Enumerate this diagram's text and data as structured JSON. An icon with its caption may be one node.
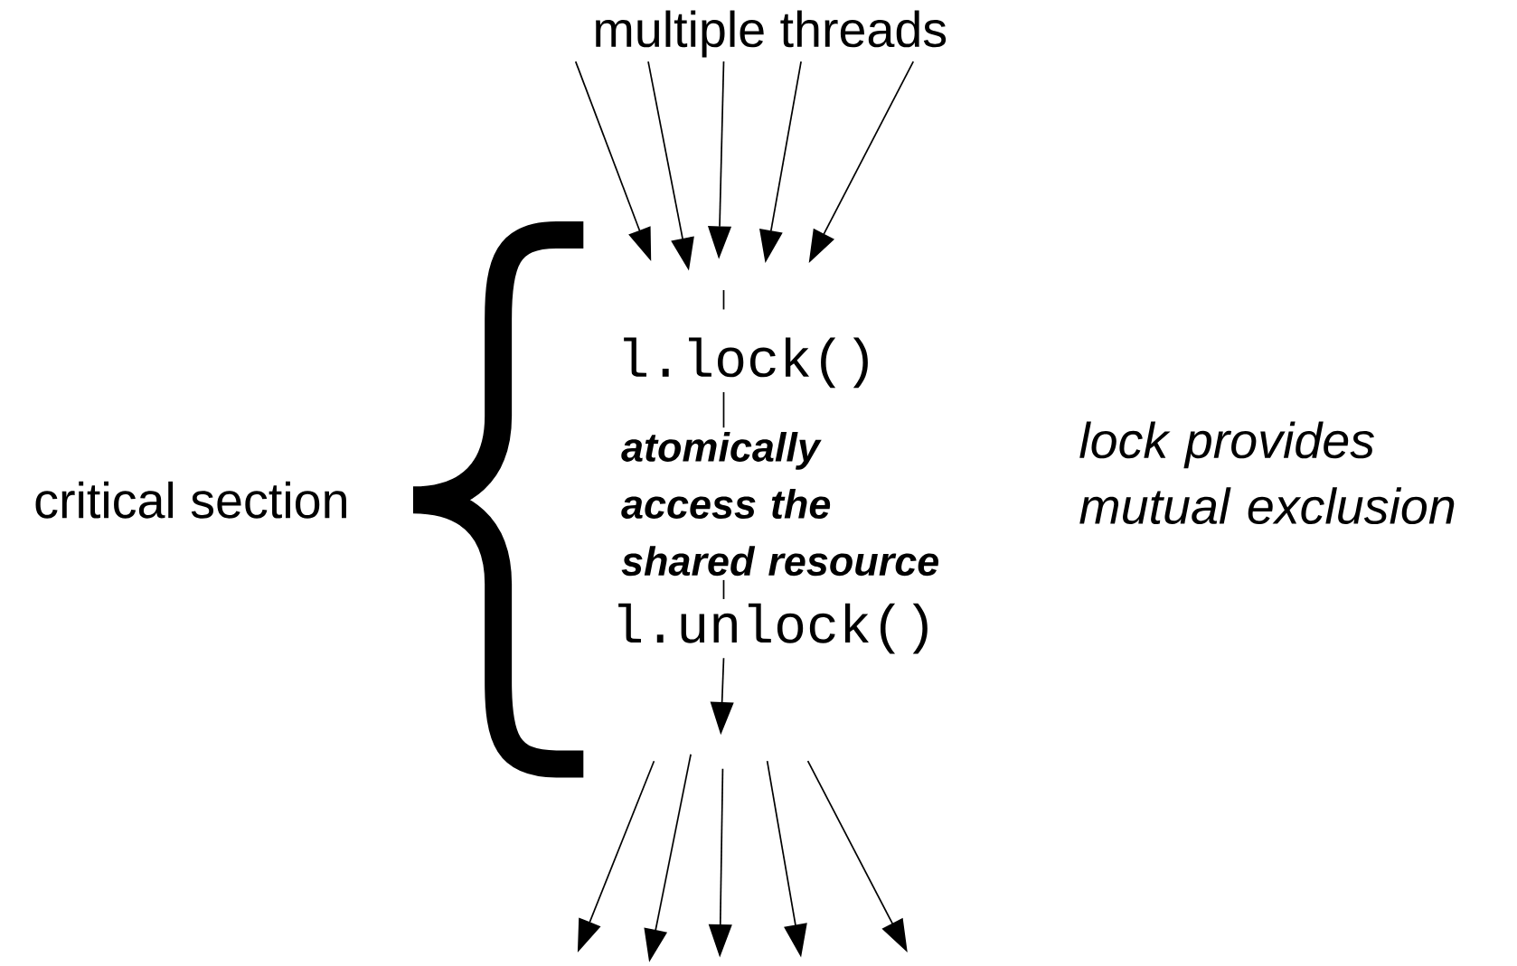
{
  "diagram": {
    "nodes": [
      {
        "text": [
          "multiple threads"
        ]
      },
      {
        "text": [
          "l.lock()"
        ]
      },
      {
        "text": [
          "atomically access the shared resource"
        ]
      },
      {
        "text": [
          "l.unlock()"
        ]
      }
    ],
    "edges": [
      {
        "from": 0,
        "to": null,
        "arrow": "to"
      },
      {
        "from": 0,
        "to": null,
        "arrow": "to"
      },
      {
        "from": 0,
        "to": null,
        "arrow": "to"
      },
      {
        "from": 0,
        "to": null,
        "arrow": "to"
      },
      {
        "from": 0,
        "to": null,
        "arrow": "to"
      },
      {
        "from": 1,
        "to": 2,
        "arrow": "none"
      },
      {
        "from": 2,
        "to": 3,
        "arrow": "none"
      },
      {
        "from": 3,
        "to": null,
        "arrow": "to"
      }
    ],
    "labels": [
      "critical section",
      "lock provides mutual exclusion"
    ]
  }
}
